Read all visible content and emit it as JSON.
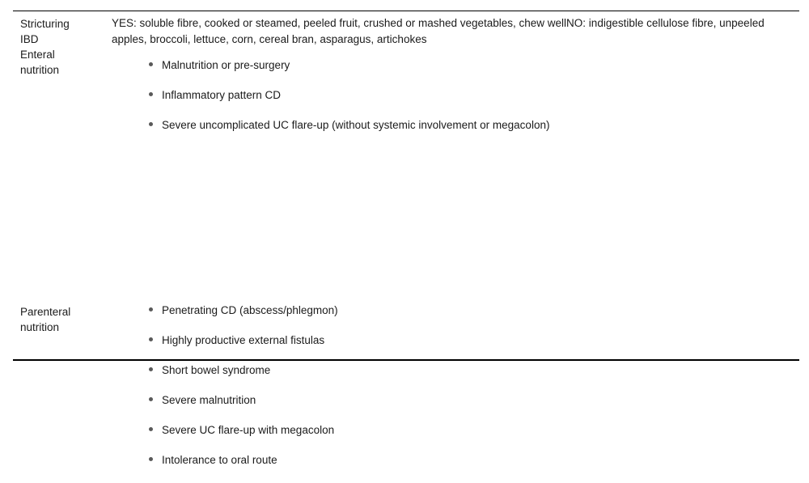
{
  "document": {
    "type": "table-fragment",
    "rules": {
      "top_visible": true,
      "bottom_visible": true
    },
    "rows": [
      {
        "id": "enteral",
        "label": "Stricturing\nIBD\nEnteral\nnutrition",
        "paragraph": "YES: soluble fibre, cooked or steamed, peeled fruit, crushed or mashed vegetables, chew wellNO: indigestible cellulose fibre, unpeeled apples, broccoli, lettuce, corn, cereal bran, asparagus, artichokes",
        "bullets": [
          "Malnutrition or pre-surgery",
          "Inflammatory pattern CD",
          "Severe uncomplicated UC flare-up (without systemic involvement or megacolon)"
        ]
      },
      {
        "id": "parenteral",
        "label": "Parenteral\nnutrition",
        "paragraph": "",
        "bullets": [
          "Penetrating CD (abscess/phlegmon)",
          "Highly productive external fistulas",
          "Short bowel syndrome",
          "Severe malnutrition",
          "Severe UC flare-up with megacolon",
          "Intolerance to oral route"
        ]
      }
    ]
  },
  "colors": {
    "text": "#1b1b1b",
    "rule": "#000000",
    "bullet": "#595959",
    "background": "#ffffff"
  }
}
